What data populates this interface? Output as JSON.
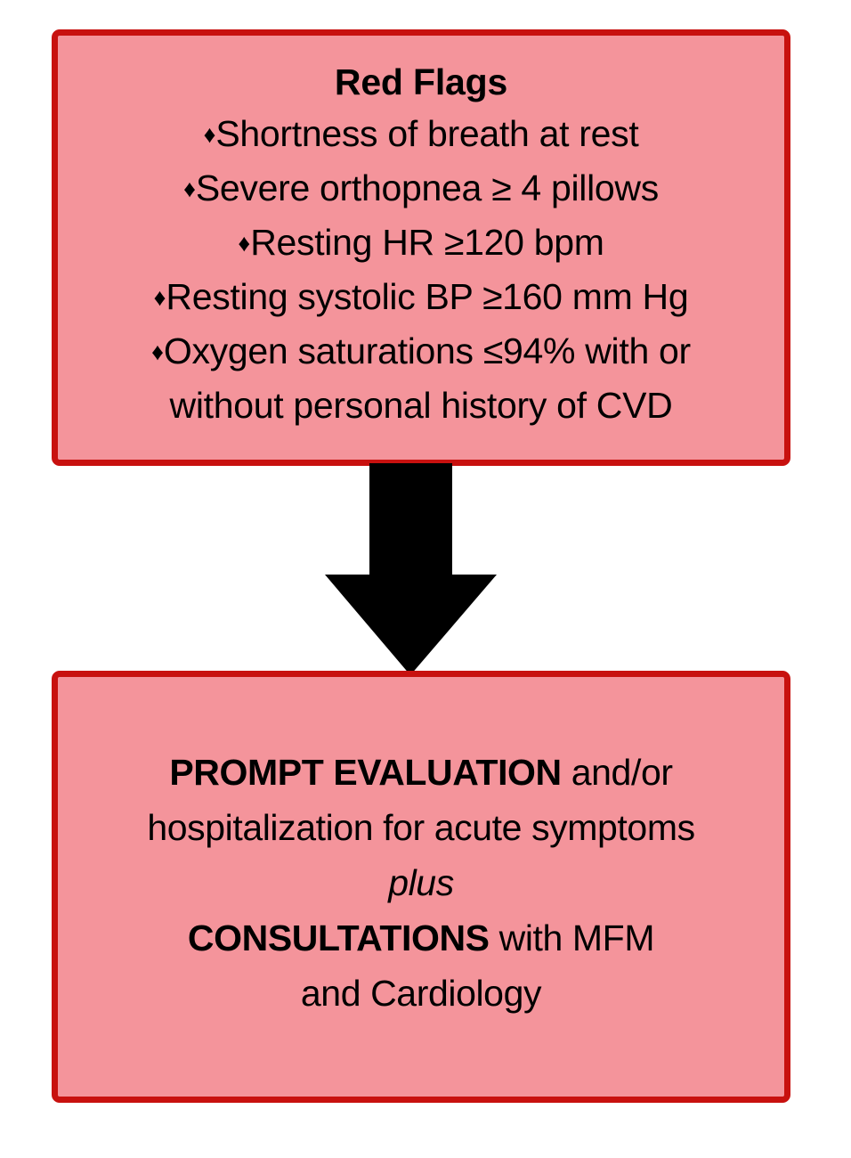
{
  "colors": {
    "box_fill": "#F4949B",
    "box_border": "#C8110F",
    "arrow": "#000000",
    "text": "#000000",
    "background": "#FFFFFF"
  },
  "red_flags_box": {
    "title": "Red Flags",
    "bullet_glyph": "♦",
    "items": [
      "Shortness of breath at rest",
      "Severe orthopnea ≥ 4 pillows",
      "Resting HR ≥120 bpm",
      "Resting systolic BP ≥160 mm Hg",
      "Oxygen saturations ≤94% with or without personal history of CVD"
    ]
  },
  "arrow": {
    "direction": "down",
    "label": "leads-to"
  },
  "action_box": {
    "lines": [
      {
        "segments": [
          {
            "text": "PROMPT EVALUATION",
            "style": "bold"
          },
          {
            "text": " and/or",
            "style": "regular"
          }
        ]
      },
      {
        "segments": [
          {
            "text": "hospitalization for acute symptoms",
            "style": "regular"
          }
        ]
      },
      {
        "segments": [
          {
            "text": "plus",
            "style": "italic"
          }
        ]
      },
      {
        "segments": [
          {
            "text": "CONSULTATIONS",
            "style": "bold"
          },
          {
            "text": " with MFM",
            "style": "regular"
          }
        ]
      },
      {
        "segments": [
          {
            "text": "and Cardiology",
            "style": "regular"
          }
        ]
      }
    ],
    "plain_text": "PROMPT EVALUATION and/or hospitalization for acute symptoms plus CONSULTATIONS with MFM and Cardiology"
  }
}
